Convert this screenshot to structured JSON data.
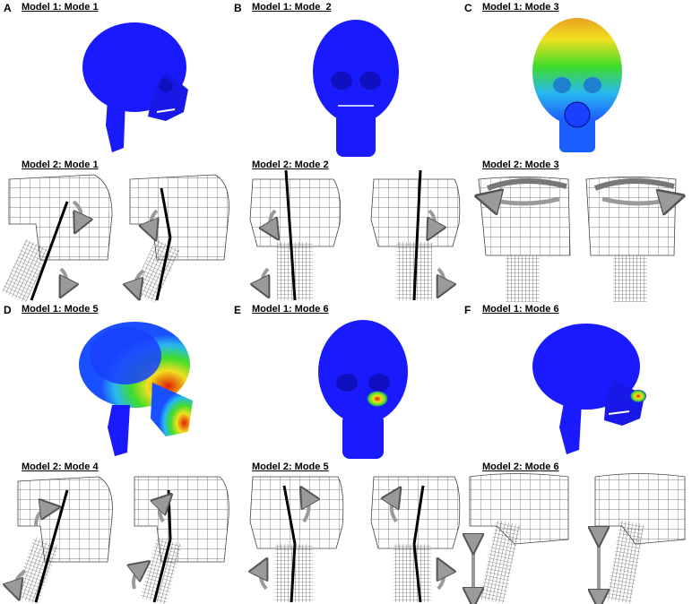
{
  "panels": [
    {
      "letter": "A",
      "top_title": "Model 1: Mode 1",
      "bottom_title": "Model 2: Mode 1"
    },
    {
      "letter": "B",
      "top_title": "Model 1: Mode  2",
      "bottom_title": "Model 2: Mode 2"
    },
    {
      "letter": "C",
      "top_title": "Model 1: Mode 3",
      "bottom_title": "Model 2: Mode 3"
    },
    {
      "letter": "D",
      "top_title": "Model 1: Mode 5",
      "bottom_title": "Model 2: Mode 4"
    },
    {
      "letter": "E",
      "top_title": "Model 1: Mode 6",
      "bottom_title": "Model 2: Mode 5"
    },
    {
      "letter": "F",
      "top_title": "Model 1: Mode 6",
      "bottom_title": "Model 2: Mode 6"
    }
  ],
  "colors": {
    "skull_blue": "#1a1aff",
    "mesh_line": "#444444",
    "arrow_gray": "#9a9a9a",
    "hot_red": "#e02000",
    "mid_green": "#3fdc2a",
    "warm_yellow": "#f0e020",
    "cyan": "#28b8f0"
  }
}
